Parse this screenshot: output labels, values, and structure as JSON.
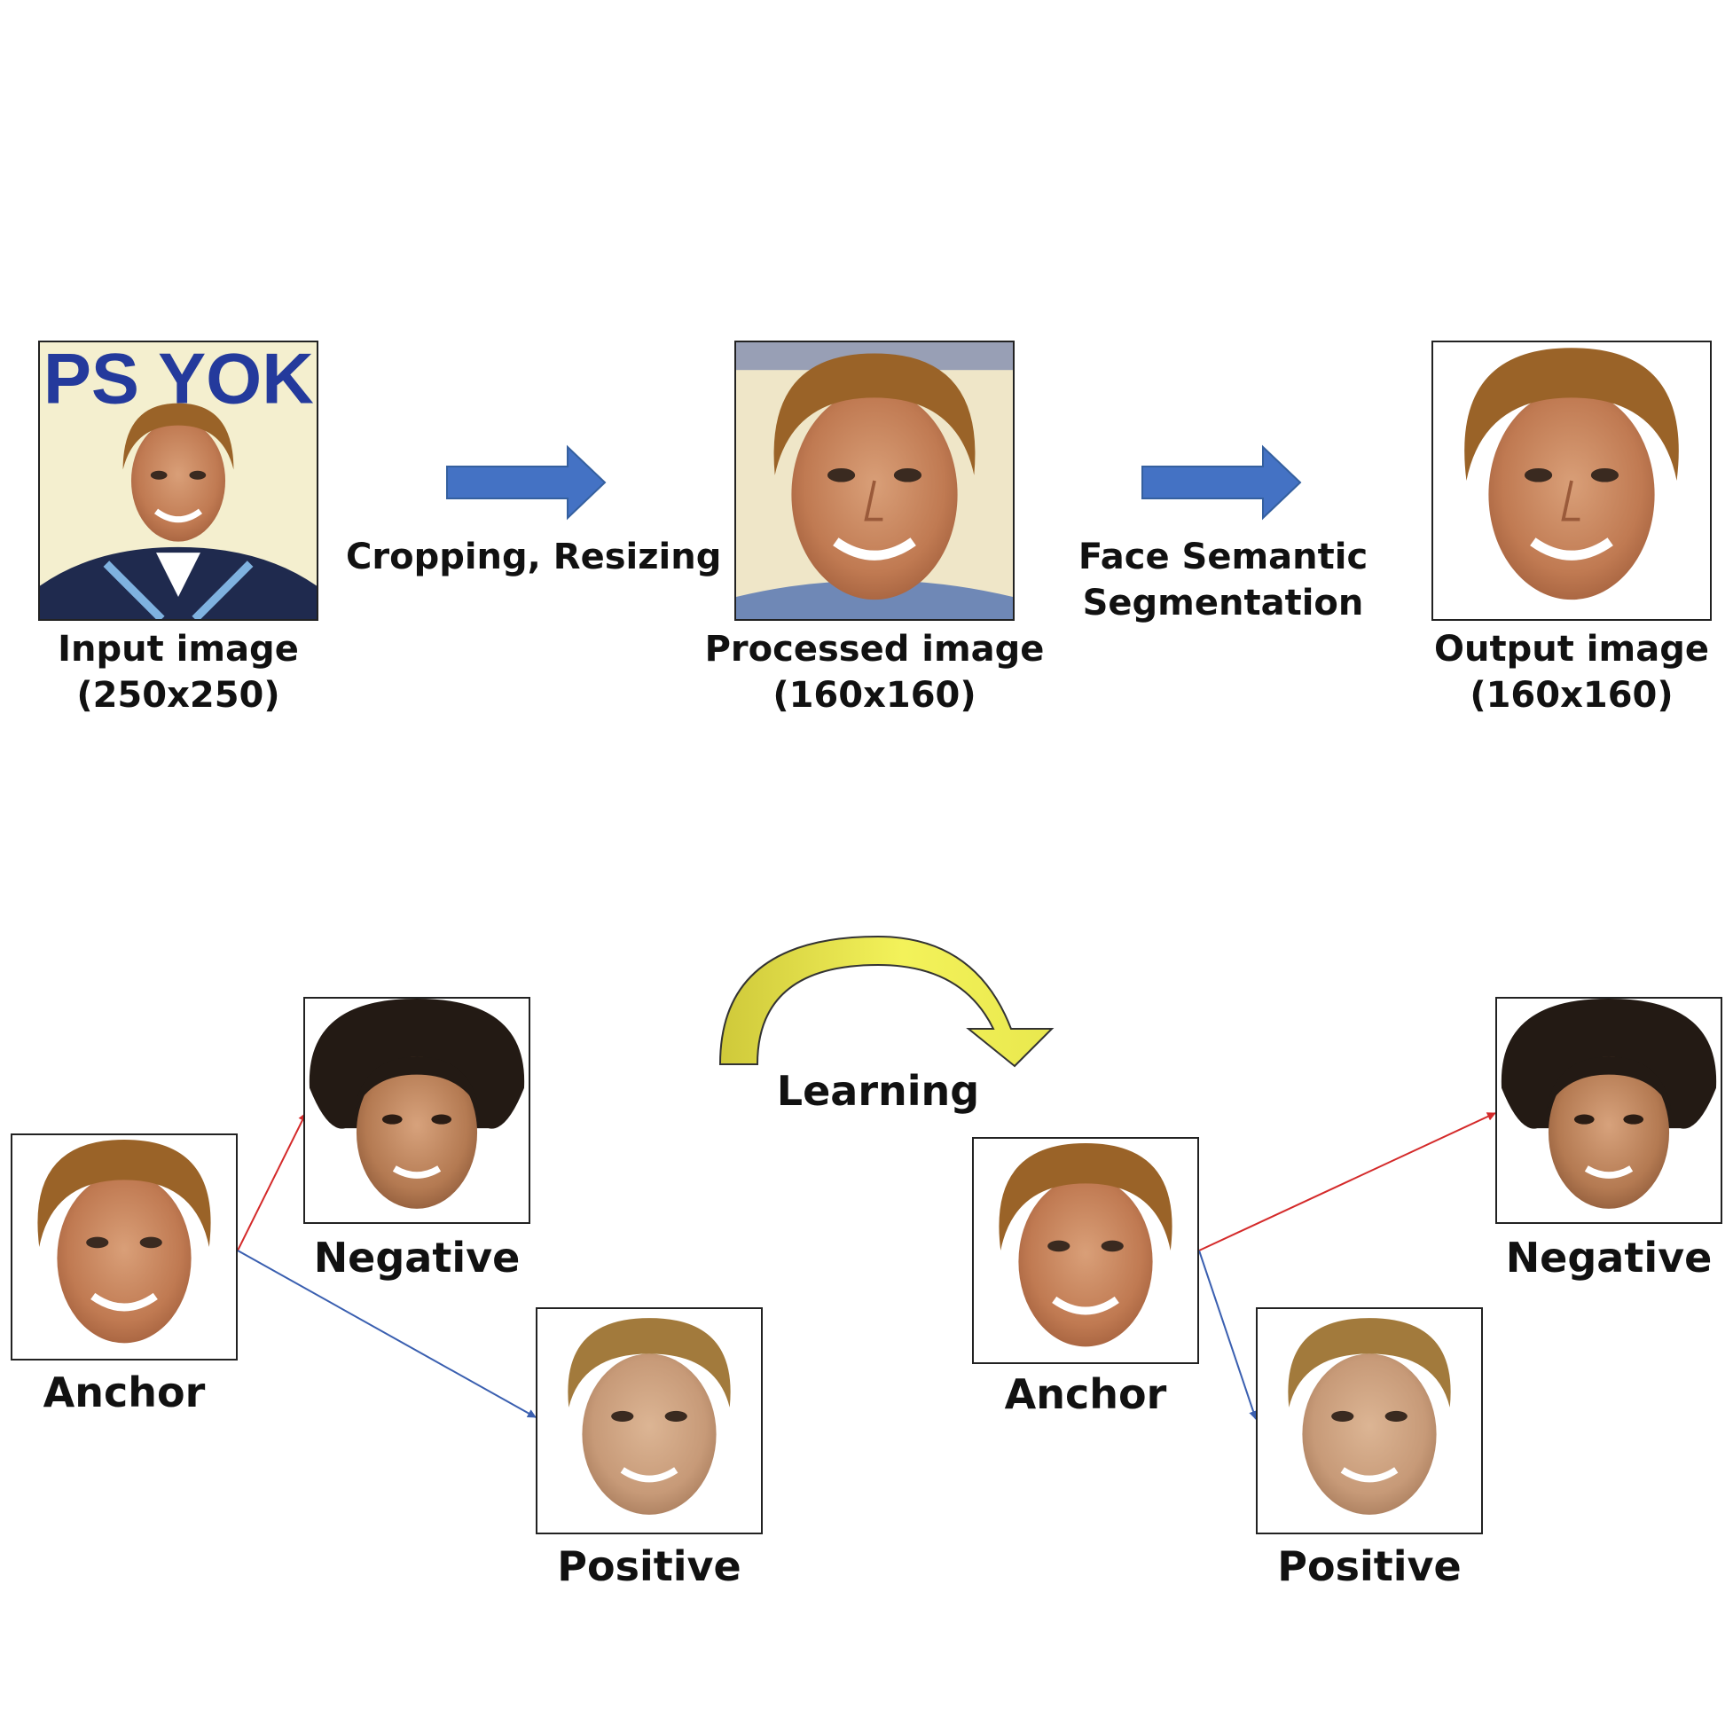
{
  "pipeline": {
    "input_label_1": "Input image",
    "input_label_2": "(250x250)",
    "step1_label": "Cropping, Resizing",
    "processed_label_1": "Processed image",
    "processed_label_2": "(160x160)",
    "step2_label_1": "Face Semantic",
    "step2_label_2": "Segmentation",
    "output_label_1": "Output image",
    "output_label_2": "(160x160)",
    "arrow_color": "#4472c4",
    "background_text": "IPS YOKO"
  },
  "triplet": {
    "learning_label": "Learning",
    "learning_arrow_color": "#e5e64a",
    "before": {
      "anchor_label": "Anchor",
      "negative_label": "Negative",
      "positive_label": "Positive"
    },
    "after": {
      "anchor_label": "Anchor",
      "negative_label": "Negative",
      "positive_label": "Positive"
    },
    "negative_link_color": "#d42a2a",
    "positive_link_color": "#3a5fb0"
  }
}
